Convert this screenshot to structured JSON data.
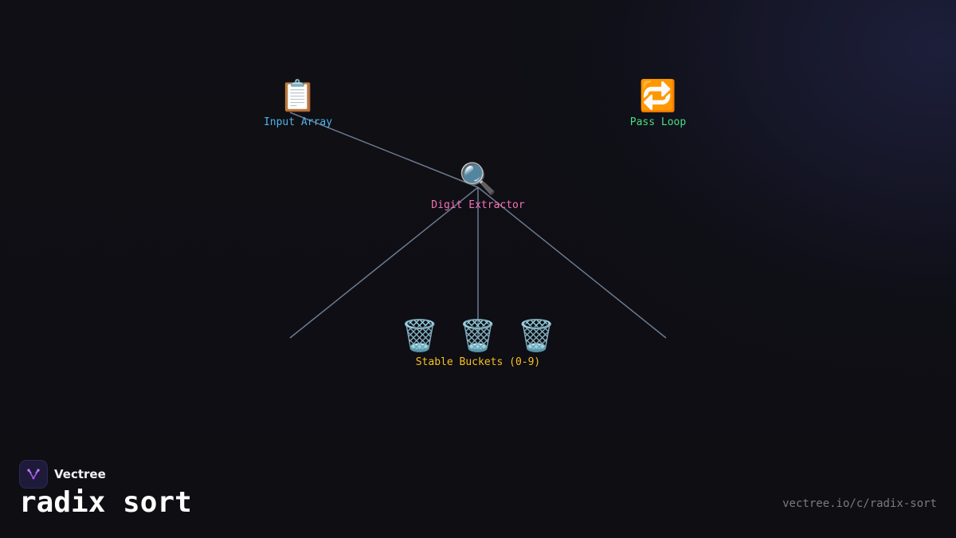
{
  "brand": {
    "name": "Vectree",
    "logo_icon": "vectree-logo-icon",
    "accent": "#a855f7"
  },
  "title": "radix sort",
  "url": "vectree.io/c/radix-sort",
  "diagram": {
    "nodes": [
      {
        "id": "input",
        "label": "Input Array",
        "icon": "clipboard-icon",
        "glyph": "📋",
        "color": "#4fb3e8"
      },
      {
        "id": "loop",
        "label": "Pass Loop",
        "icon": "repeat-icon",
        "glyph": "🔁",
        "color": "#4ade80"
      },
      {
        "id": "extractor",
        "label": "Digit Extractor",
        "icon": "magnifier-icon",
        "glyph": "🔍",
        "color": "#f472b6"
      },
      {
        "id": "buckets",
        "label": "Stable Buckets (0-9)",
        "icon": "wastebasket-icon",
        "glyph": "🗑️",
        "color": "#fbbf24"
      }
    ],
    "edges": [
      {
        "from": "input",
        "to": "extractor"
      },
      {
        "from": "extractor",
        "to": "buckets",
        "branch": "left"
      },
      {
        "from": "extractor",
        "to": "buckets",
        "branch": "center"
      },
      {
        "from": "extractor",
        "to": "buckets",
        "branch": "right"
      }
    ],
    "edge_color": "#6b7a90"
  }
}
